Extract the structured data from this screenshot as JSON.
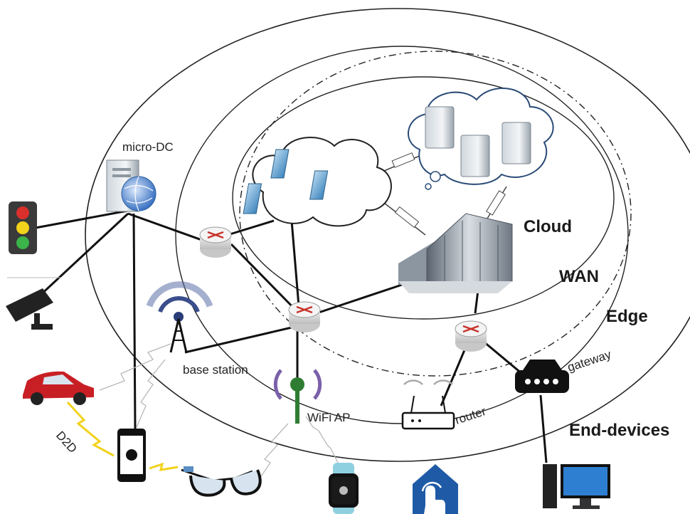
{
  "zones": {
    "cloud": "Cloud",
    "wan": "WAN",
    "edge": "Edge",
    "end_devices": "End-devices"
  },
  "labels": {
    "micro_dc": "micro-DC",
    "base_station": "base station",
    "wifi_ap": "WiFi AP",
    "router": "router",
    "gateway": "gateway",
    "d2d": "D2D"
  },
  "icons": {
    "traffic_light": "traffic-light-icon",
    "camera": "security-camera-icon",
    "car": "car-icon",
    "phone": "smartphone-icon",
    "glasses": "smart-glasses-icon",
    "watch": "smartwatch-icon",
    "smart_home": "smart-home-icon",
    "desktop": "desktop-computer-icon"
  },
  "colors": {
    "accent_yellow": "#f2d21b",
    "router_red": "#c8322a",
    "car_red": "#c81f25",
    "house_blue": "#1f5aa6",
    "wifi_green": "#2f7d32"
  }
}
